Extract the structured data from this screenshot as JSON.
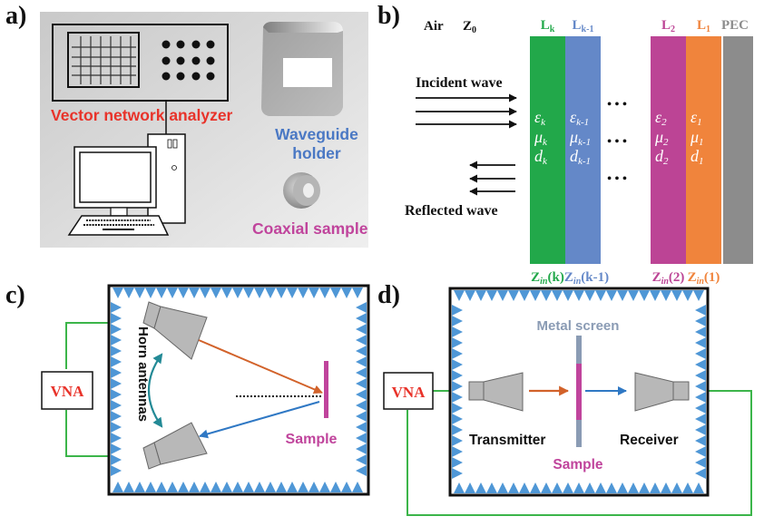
{
  "panels": {
    "a": {
      "label": "a)",
      "vna_label": "Vector network analyzer",
      "holder_label_line1": "Waveguide",
      "holder_label_line2": "holder",
      "coax_label": "Coaxial sample",
      "colors": {
        "vna": "#e8332a",
        "holder": "#4a78c4",
        "coax": "#c0449c"
      }
    },
    "b": {
      "label": "b)",
      "air_label": "Air",
      "z0_label": "Z",
      "z0_sub": "0",
      "incident_label": "Incident wave",
      "reflected_label": "Reflected wave",
      "ellipsis": "• • •",
      "layers": [
        {
          "name": "L",
          "sub": "k",
          "eps_sub": "k",
          "mu_sub": "k",
          "d_sub": "k",
          "zin_arg": "(k)",
          "color": "#22a84a"
        },
        {
          "name": "L",
          "sub": "k-1",
          "eps_sub": "k-1",
          "mu_sub": "k-1",
          "d_sub": "k-1",
          "zin_arg": "(k-1)",
          "color": "#6488c8"
        },
        {
          "name": "L",
          "sub": "2",
          "eps_sub": "2",
          "mu_sub": "2",
          "d_sub": "2",
          "zin_arg": "(2)",
          "color": "#bc4495"
        },
        {
          "name": "L",
          "sub": "1",
          "eps_sub": "1",
          "mu_sub": "1",
          "d_sub": "1",
          "zin_arg": "(1)",
          "color": "#f0843c"
        }
      ],
      "pec_label": "PEC",
      "pec_color": "#8c8c8c",
      "symbols": {
        "eps": "ε",
        "mu": "μ",
        "d": "d",
        "zin": "Z",
        "zin_sub": "in"
      }
    },
    "c": {
      "label": "c)",
      "vna_label": "VNA",
      "antenna_label": "Horn antennas",
      "sample_label": "Sample",
      "colors": {
        "absorber": "#4f97d6",
        "cable": "#3cb54a",
        "incident_arrow": "#d2622a",
        "reflected_arrow": "#2f78c4",
        "rotation_arrow": "#238a96",
        "sample": "#c0449c",
        "vna_text": "#e8332a"
      }
    },
    "d": {
      "label": "d)",
      "vna_label": "VNA",
      "screen_label": "Metal screen",
      "transmitter_label": "Transmitter",
      "receiver_label": "Receiver",
      "sample_label": "Sample",
      "colors": {
        "screen": "#8a9bb4",
        "sample": "#c0449c"
      }
    }
  }
}
